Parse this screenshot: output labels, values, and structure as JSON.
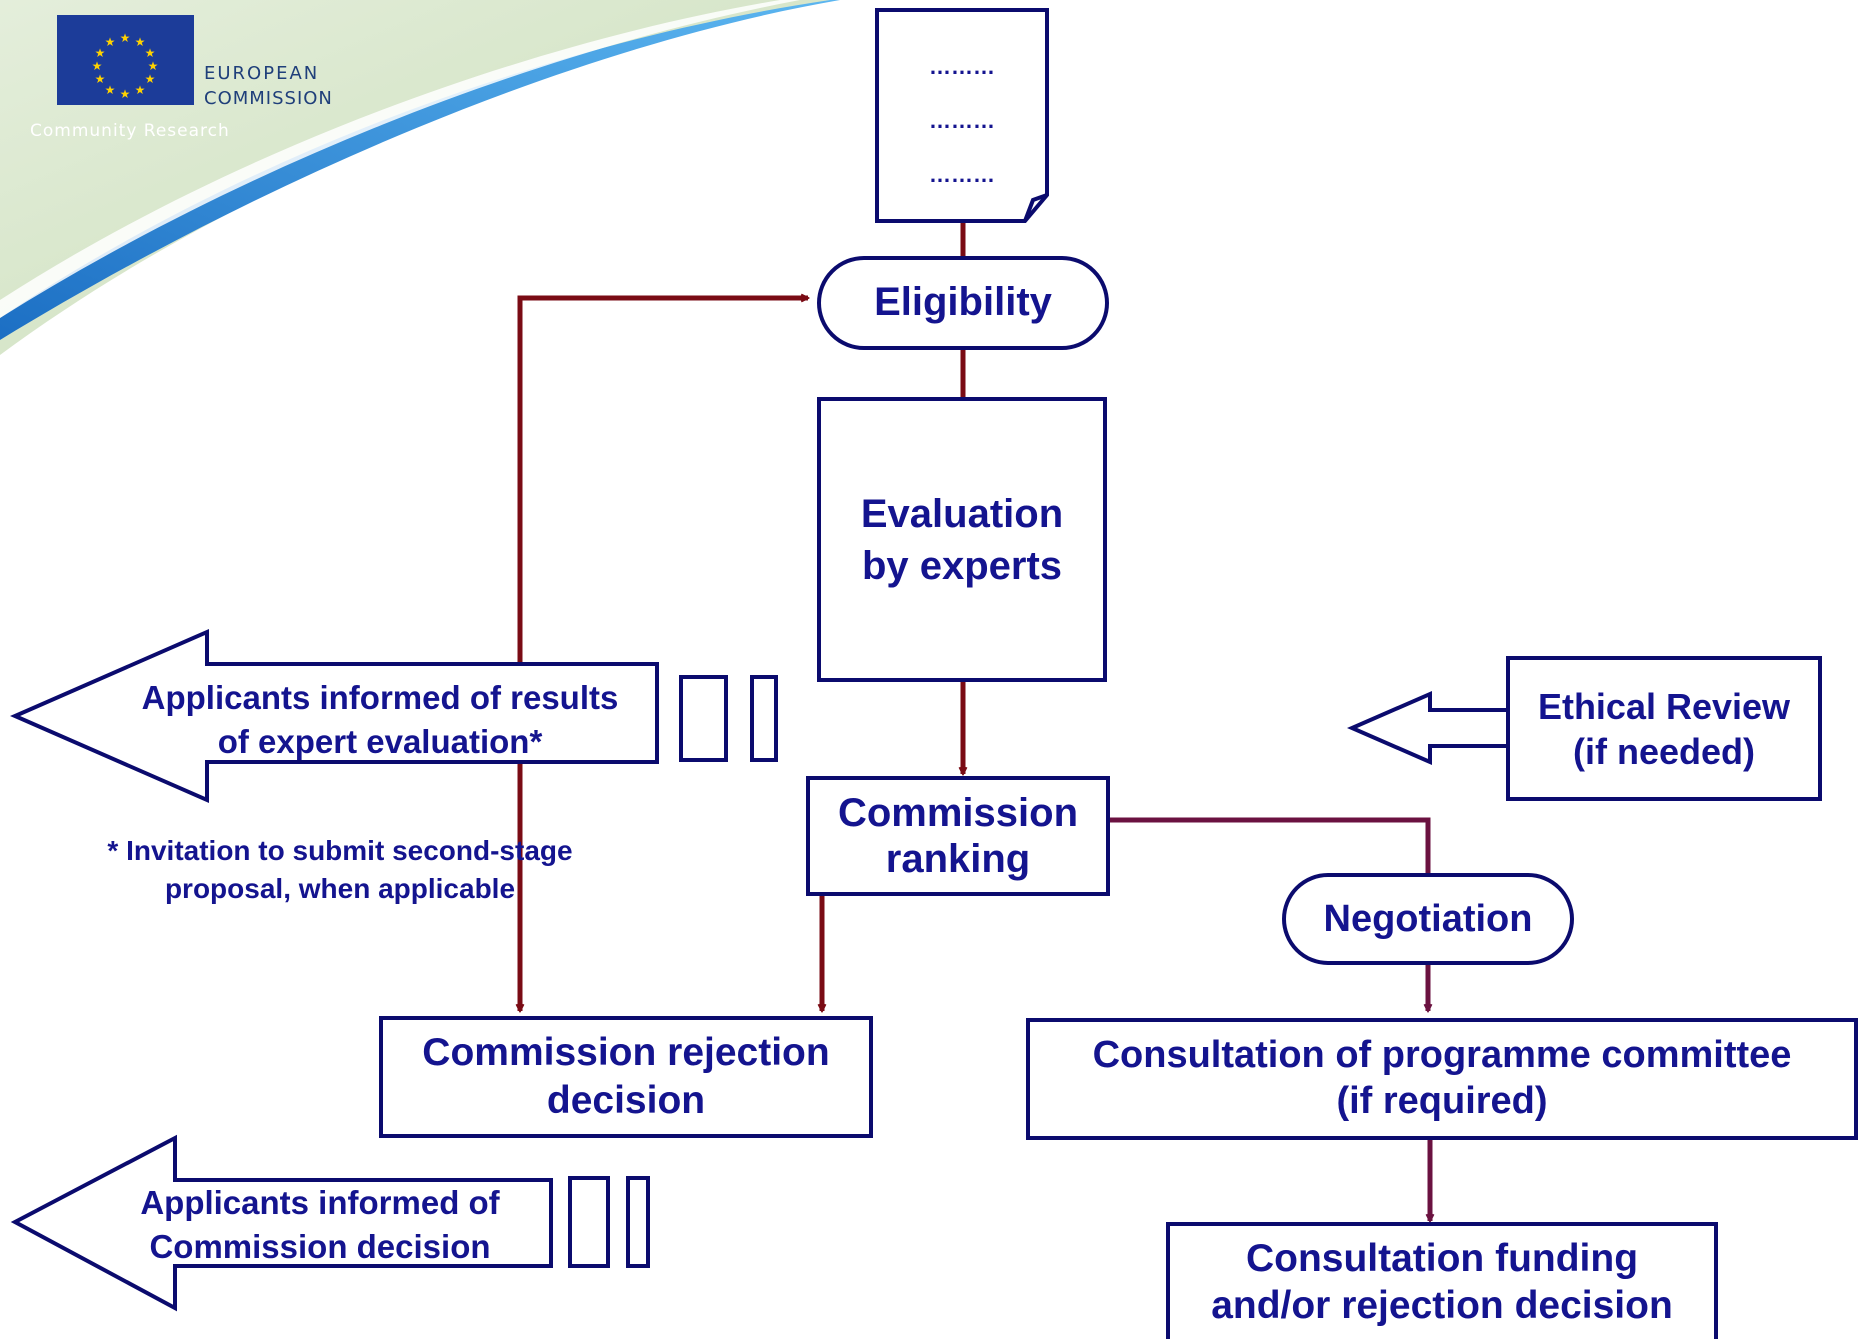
{
  "header": {
    "logo_line1": "EUROPEAN",
    "logo_line2": "COMMISSION",
    "tagline": "Community Research"
  },
  "document": {
    "lines": [
      "………",
      "………",
      "………"
    ]
  },
  "nodes": {
    "eligibility": "Eligibility",
    "evaluation": "Evaluation\nby experts",
    "ranking": "Commission\nranking",
    "negotiation": "Negotiation",
    "ethical": "Ethical Review\n(if needed)",
    "rejection": "Commission rejection\ndecision",
    "consultation_committee": "Consultation of programme committee\n(if required)",
    "funding": "Consultation funding\nand/or rejection decision"
  },
  "arrows": {
    "informed_results": "Applicants informed of results\nof expert evaluation*",
    "informed_decision": "Applicants informed of\nCommission decision"
  },
  "footnote": "* Invitation to submit second-stage\nproposal, when applicable",
  "colors": {
    "box_border": "#0b0b6e",
    "box_text": "#14148f",
    "connector": "#7a0b14",
    "connector_alt": "#6b1240"
  }
}
